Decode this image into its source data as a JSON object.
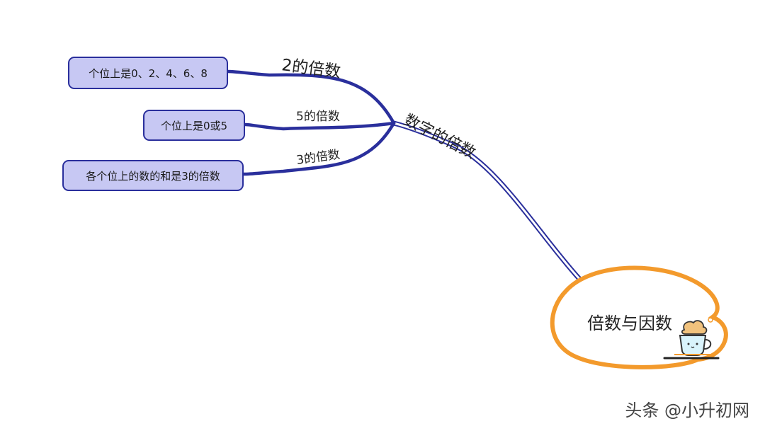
{
  "root": {
    "label": "倍数与因数"
  },
  "main_branch": {
    "label": "数字的倍数"
  },
  "branches": [
    {
      "label": "2的倍数",
      "leaf": "个位上是0、2、4、6、8"
    },
    {
      "label": "5的倍数",
      "leaf": "个位上是0或5"
    },
    {
      "label": "3的倍数",
      "leaf": "各个位上的数的和是3的倍数"
    }
  ],
  "watermark": "头条 @小升初网",
  "colors": {
    "branch_line": "#2a2f9c",
    "leaf_fill": "#c7c8f3",
    "leaf_border": "#2a2f9c",
    "root_border": "#f39a2c"
  },
  "icons": [
    "coffee-cup-icon"
  ]
}
